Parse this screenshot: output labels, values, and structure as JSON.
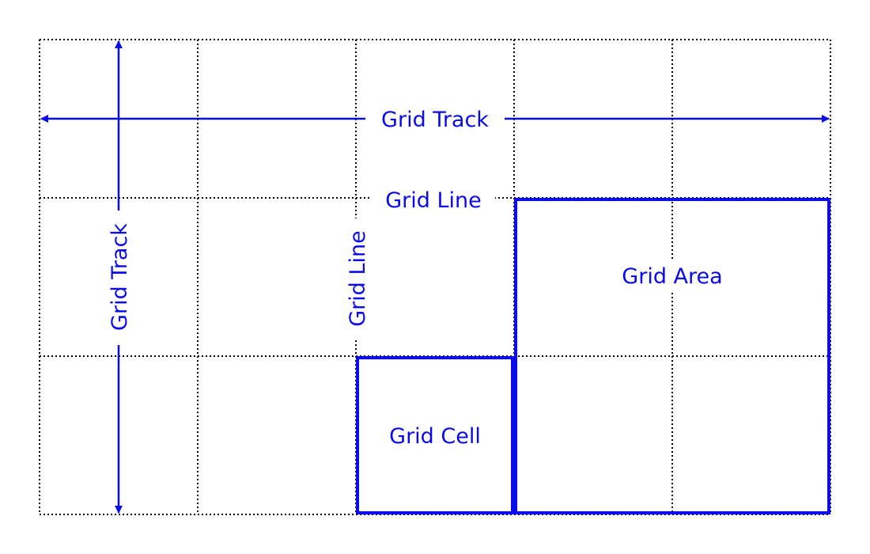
{
  "colors": {
    "accent": "#0a0aea",
    "grid_line": "#000000",
    "background": "#ffffff"
  },
  "labels": {
    "horizontal_track": "Grid Track",
    "vertical_track": "Grid Track",
    "horizontal_line": "Grid Line",
    "vertical_line": "Grid Line",
    "area": "Grid Area",
    "cell": "Grid Cell"
  }
}
